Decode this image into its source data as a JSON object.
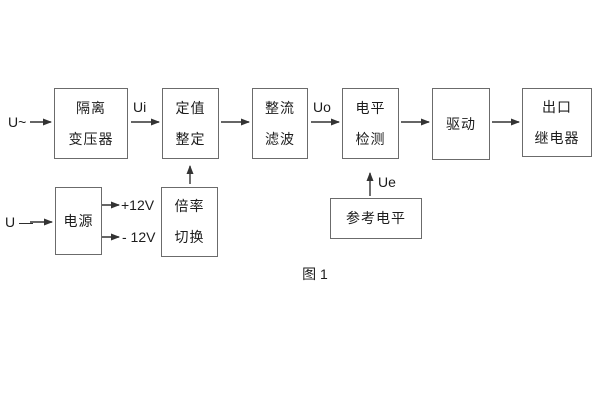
{
  "diagram": {
    "caption": "图 1",
    "inputs": {
      "ac": "U~",
      "dc": "U —"
    },
    "signals": {
      "ui": "Ui",
      "uo": "Uo",
      "ue": "Ue"
    },
    "power_rails": {
      "plus": "+12V",
      "minus": "- 12V"
    },
    "blocks": {
      "isolation_transformer": {
        "line1": "隔离",
        "line2": "变压器"
      },
      "setting_adjust": {
        "line1": "定值",
        "line2": "整定"
      },
      "rectifier_filter": {
        "line1": "整流",
        "line2": "滤波"
      },
      "level_detect": {
        "line1": "电平",
        "line2": "检测"
      },
      "driver": {
        "line1": "驱动"
      },
      "output_relay": {
        "line1": "出口",
        "line2": "继电器"
      },
      "power_supply": {
        "line1": "电源"
      },
      "ratio_switch": {
        "line1": "倍率",
        "line2": "切换"
      },
      "reference_level": {
        "line1": "参考电平"
      }
    },
    "colors": {
      "background": "#ffffff",
      "box_border": "#6b6b6b",
      "arrow": "#333333",
      "text": "#1c1c1c"
    }
  }
}
